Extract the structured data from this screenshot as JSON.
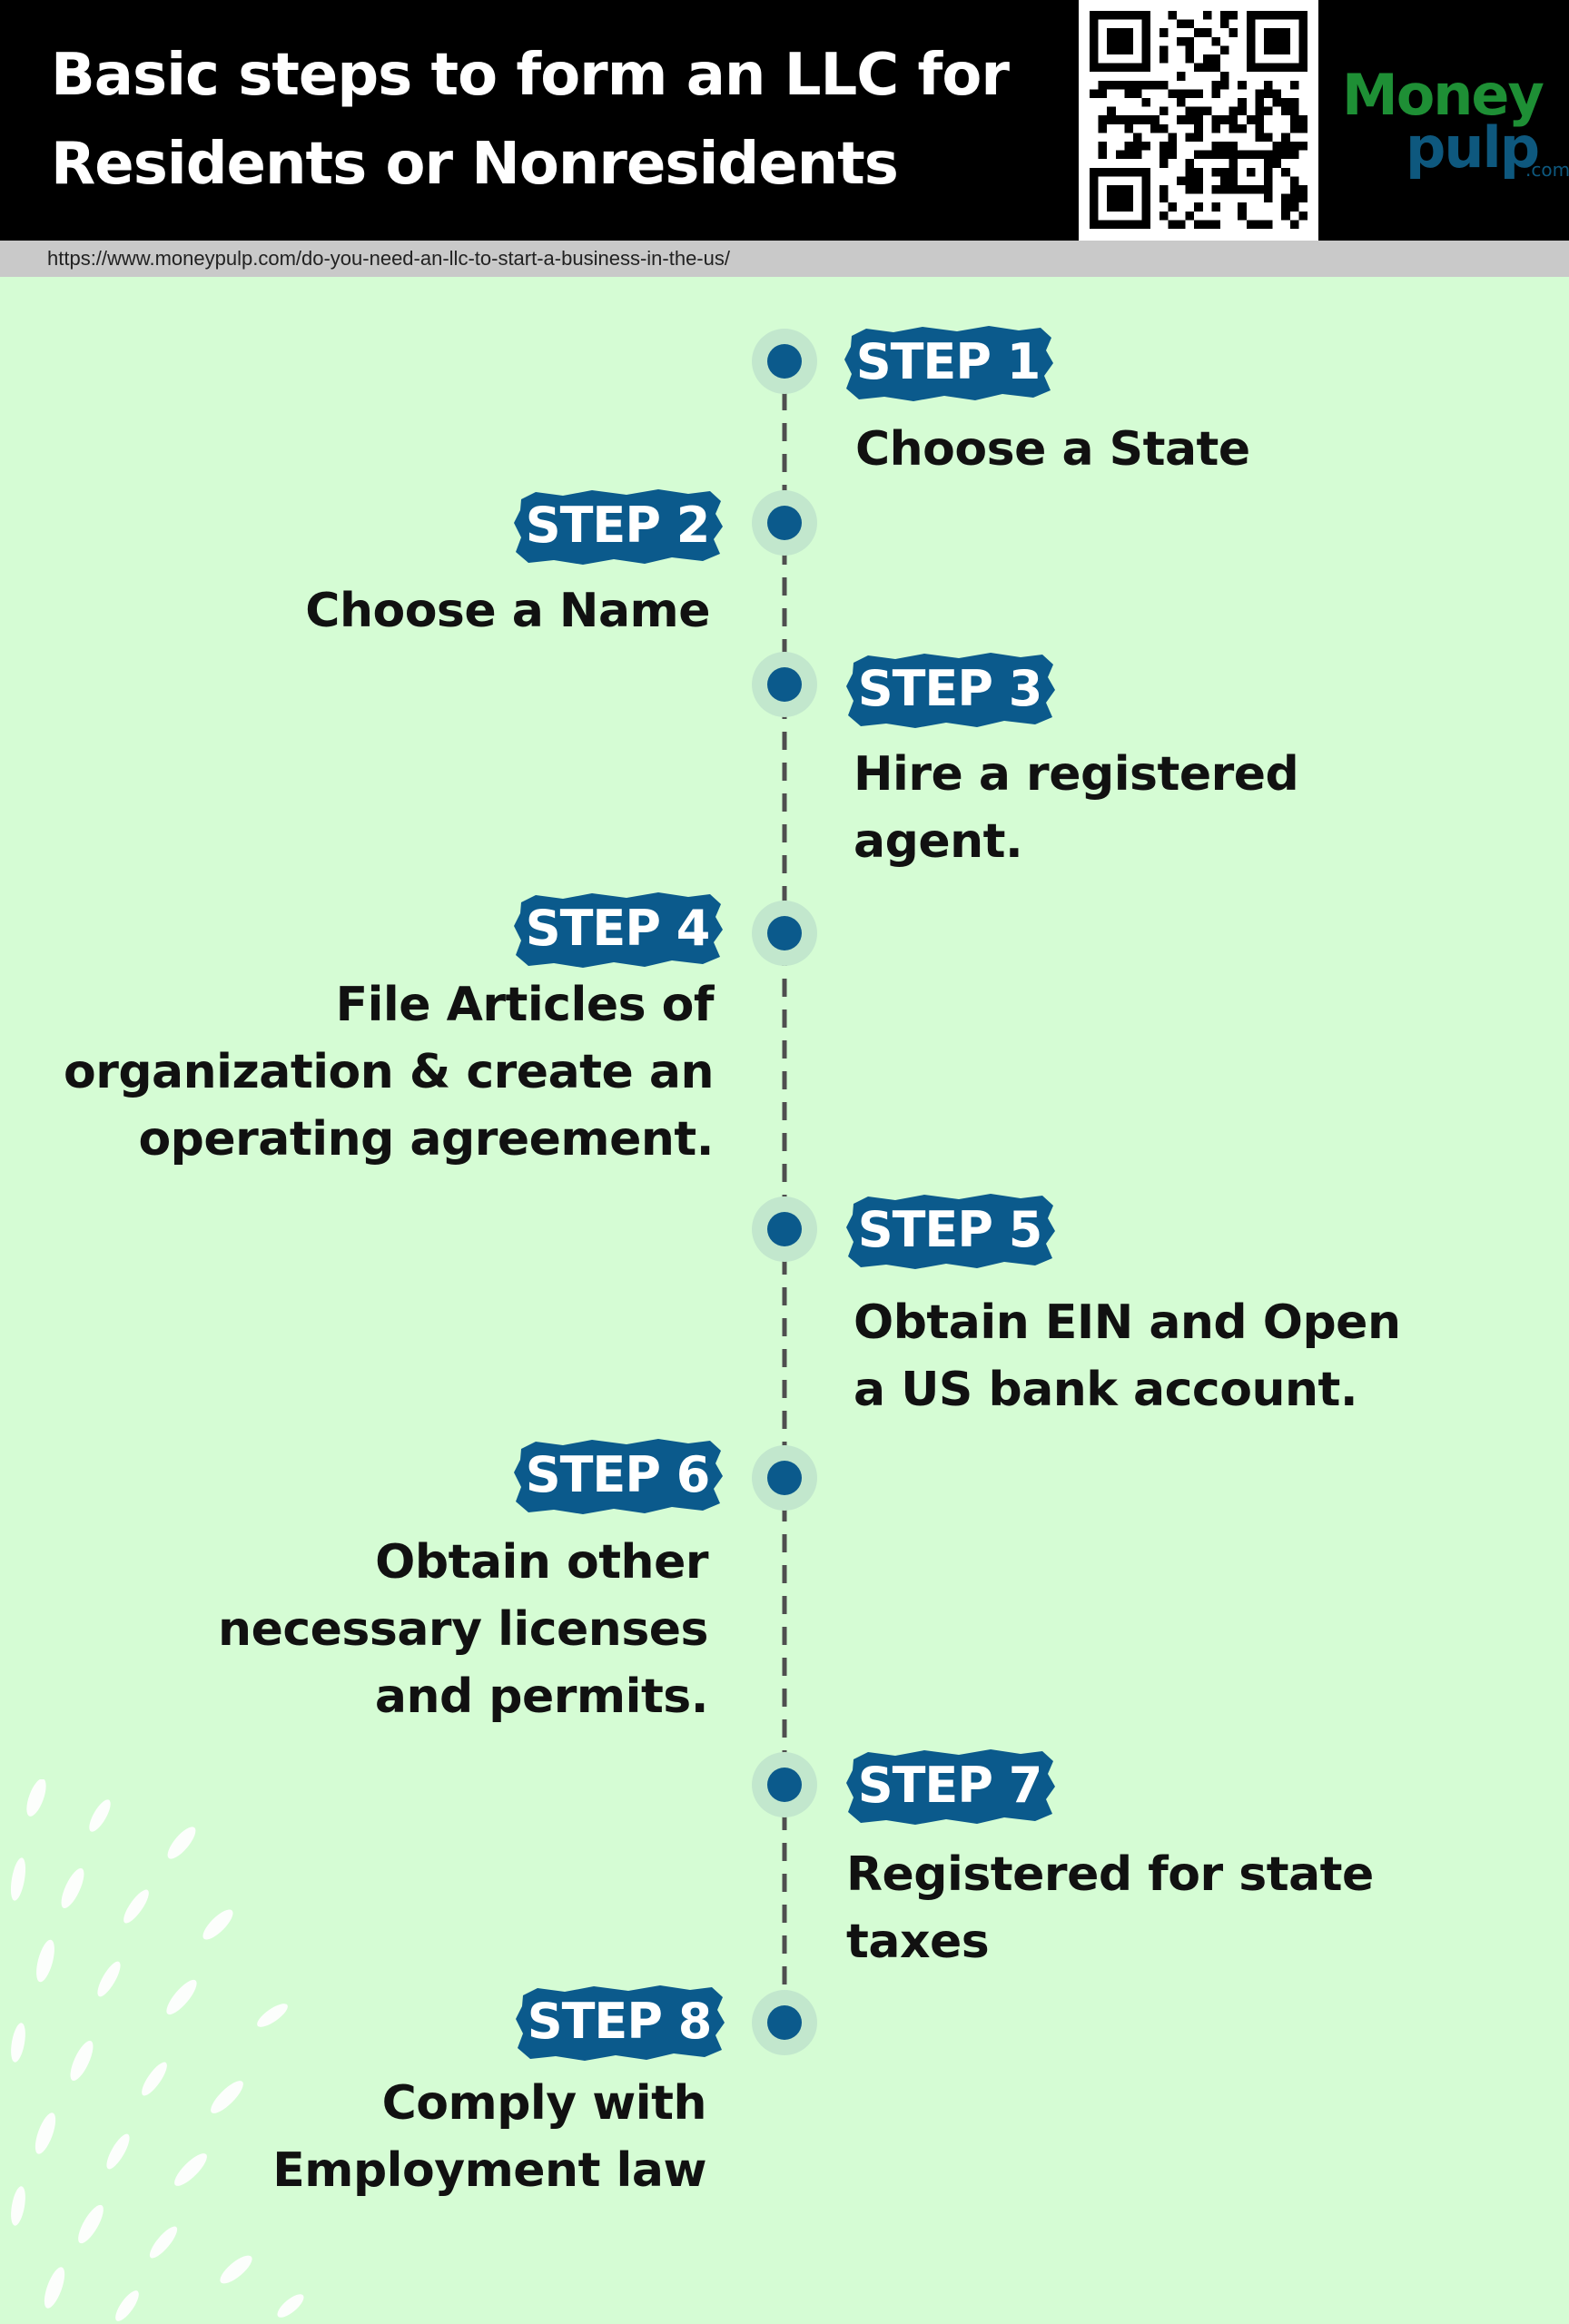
{
  "header": {
    "title_line1": "Basic steps to form an LLC for",
    "title_line2": "Residents or Nonresidents",
    "background_color": "#000000",
    "qr_code_icon": "qr-code-icon",
    "logo": {
      "line1": "Money",
      "line2": "pulp",
      "suffix": ".com",
      "color_primary": "#1e8f35",
      "color_secondary": "#0e587e"
    }
  },
  "url": "https://www.moneypulp.com/do-you-need-an-llc-to-start-a-business-in-the-us/",
  "colors": {
    "background": "#d5fcd4",
    "badge": "#0b5a8c",
    "dot": "#0b5a8c",
    "dot_halo": "#c2e7cd",
    "timeline": "#4f4f4f"
  },
  "steps": [
    {
      "label": "STEP 1",
      "lines": [
        "Choose a State"
      ]
    },
    {
      "label": "STEP 2",
      "lines": [
        "Choose a Name"
      ]
    },
    {
      "label": "STEP 3",
      "lines": [
        "Hire a registered",
        "agent."
      ]
    },
    {
      "label": "STEP 4",
      "lines": [
        "File Articles of",
        "organization & create an",
        "operating agreement."
      ]
    },
    {
      "label": "STEP 5",
      "lines": [
        "Obtain EIN and Open",
        "a US bank account."
      ]
    },
    {
      "label": "STEP 6",
      "lines": [
        "Obtain other",
        "necessary licenses",
        "and permits."
      ]
    },
    {
      "label": "STEP 7",
      "lines": [
        "Registered for state",
        "taxes"
      ]
    },
    {
      "label": "STEP 8",
      "lines": [
        "Comply with",
        "Employment law"
      ]
    }
  ]
}
